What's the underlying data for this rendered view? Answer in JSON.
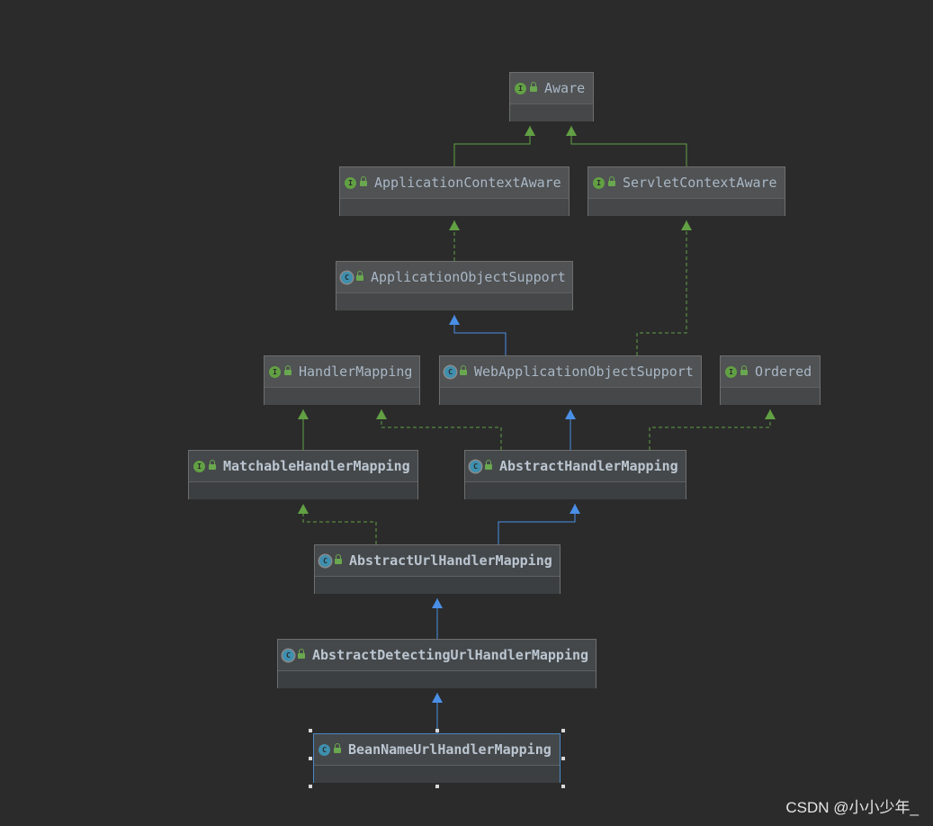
{
  "diagram": {
    "nodes": [
      {
        "id": "aware",
        "label": "Aware",
        "kind": "interface"
      },
      {
        "id": "appctx",
        "label": "ApplicationContextAware",
        "kind": "interface"
      },
      {
        "id": "servletctx",
        "label": "ServletContextAware",
        "kind": "interface"
      },
      {
        "id": "appobj",
        "label": "ApplicationObjectSupport",
        "kind": "abstract-class"
      },
      {
        "id": "handler",
        "label": "HandlerMapping",
        "kind": "interface"
      },
      {
        "id": "webapp",
        "label": "WebApplicationObjectSupport",
        "kind": "abstract-class"
      },
      {
        "id": "ordered",
        "label": "Ordered",
        "kind": "interface"
      },
      {
        "id": "matchable",
        "label": "MatchableHandlerMapping",
        "kind": "interface"
      },
      {
        "id": "abshandler",
        "label": "AbstractHandlerMapping",
        "kind": "abstract-class"
      },
      {
        "id": "absurl",
        "label": "AbstractUrlHandlerMapping",
        "kind": "abstract-class"
      },
      {
        "id": "absdetect",
        "label": "AbstractDetectingUrlHandlerMapping",
        "kind": "abstract-class"
      },
      {
        "id": "beanname",
        "label": "BeanNameUrlHandlerMapping",
        "kind": "class",
        "selected": true
      }
    ],
    "edges": [
      {
        "from": "appctx",
        "to": "aware",
        "type": "extends-interface"
      },
      {
        "from": "servletctx",
        "to": "aware",
        "type": "extends-interface"
      },
      {
        "from": "appobj",
        "to": "appctx",
        "type": "implements"
      },
      {
        "from": "webapp",
        "to": "appobj",
        "type": "extends"
      },
      {
        "from": "webapp",
        "to": "servletctx",
        "type": "implements"
      },
      {
        "from": "matchable",
        "to": "handler",
        "type": "extends-interface"
      },
      {
        "from": "abshandler",
        "to": "handler",
        "type": "implements"
      },
      {
        "from": "abshandler",
        "to": "webapp",
        "type": "extends"
      },
      {
        "from": "abshandler",
        "to": "ordered",
        "type": "implements"
      },
      {
        "from": "absurl",
        "to": "matchable",
        "type": "implements"
      },
      {
        "from": "absurl",
        "to": "abshandler",
        "type": "extends"
      },
      {
        "from": "absdetect",
        "to": "absurl",
        "type": "extends"
      },
      {
        "from": "beanname",
        "to": "absdetect",
        "type": "extends"
      }
    ],
    "colors": {
      "interface_edge": "#62a044",
      "class_edge": "#4a8fe7",
      "badge_interface": "#62a044",
      "badge_class": "#3f8fae"
    }
  },
  "watermark": "CSDN @小小少年_"
}
